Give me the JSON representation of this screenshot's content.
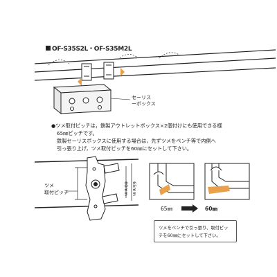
{
  "title": "OF-S35S2L・OF-S35M2L",
  "labels": {
    "box_label_1": "セーリス",
    "box_label_2": "ーボックス",
    "claw_label_1": "ツメ",
    "claw_label_2": "取付ピッチ",
    "dim_60": "60mm",
    "dim_65": "65mm",
    "pitch_65": "65㎜",
    "pitch_60": "60㎜"
  },
  "note": {
    "line1": "●ツメ取付ピッチは，鉄製アウトレットボックス×2個付けにも使用できる様",
    "line2": "65㎜ピッチです。",
    "line3": "鉄製セーリスボックスに使用する場合は，先ずツメをペンチ等で内側へ",
    "line4": "引っ張り上げ，ツメ取付ピッチを60㎜にセットして下さい。"
  },
  "caption": {
    "line1": "ツメをペンチで引っ張り、取付ピッ",
    "line2": "チを60㎜にセットして下さい。"
  },
  "colors": {
    "line": "#222222",
    "accent": "#e8a04a",
    "box_fill": "#f4f4f4"
  }
}
